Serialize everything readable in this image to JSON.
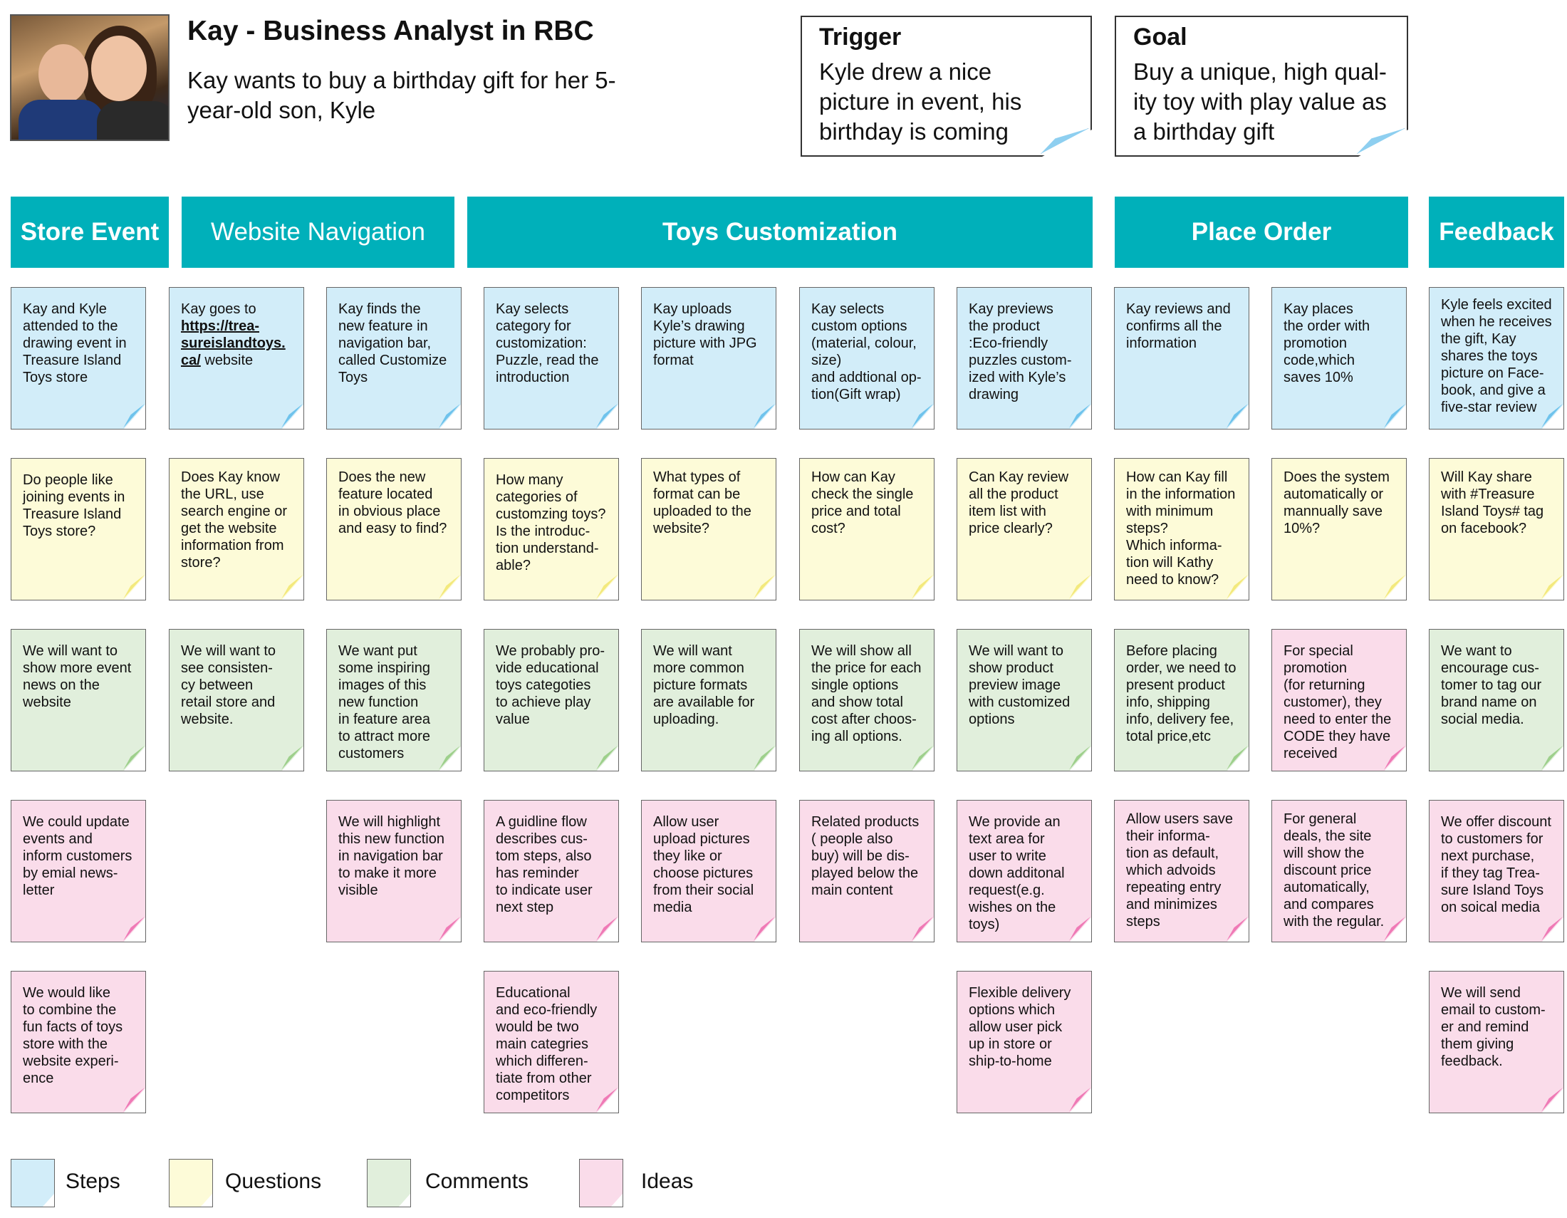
{
  "header": {
    "title": "Kay - Business Analyst in RBC",
    "subtitle": "Kay wants to buy a birthday gift for her 5-year-old son, Kyle"
  },
  "trigger": {
    "heading": "Trigger",
    "text": "Kyle drew a nice\npicture in event, his\nbirthday is coming"
  },
  "goal": {
    "heading": "Goal",
    "text": "Buy a unique, high qual-\nity toy with play value as\na birthday gift"
  },
  "phases": [
    {
      "label": "Store Event"
    },
    {
      "label": "Website Navigation"
    },
    {
      "label": "Toys Customization"
    },
    {
      "label": "Place Order"
    },
    {
      "label": "Feedback"
    }
  ],
  "steps": [
    "Kay and Kyle\nattended to the\ndrawing event in\nTreasure Island\nToys store",
    {
      "pre": "Kay goes to",
      "url1": "https://trea-",
      "url2": "sureislandtoys.",
      "url3": "ca/",
      "post": " website"
    },
    "Kay finds the\nnew feature in\nnavigation bar,\ncalled Customize\nToys",
    "Kay selects\ncategory for\ncustomization:\nPuzzle, read the\nintroduction",
    "Kay uploads\nKyle’s drawing\npicture with JPG\nformat",
    "Kay selects\ncustom options\n(material, colour,\nsize)\nand addtional op-\ntion(Gift wrap)",
    "Kay previews\nthe product\n:Eco-friendly\npuzzles custom-\nized with Kyle’s\ndrawing",
    "Kay reviews and\nconfirms all the\ninformation",
    "Kay places\nthe order with\npromotion\ncode,which\nsaves 10%",
    "Kyle feels excited\nwhen he receives\nthe gift, Kay\nshares the toys\npicture on Face-\nbook, and give a\nfive-star review"
  ],
  "questions": [
    "Do people like\njoining events in\nTreasure Island\nToys store?",
    "Does Kay know\nthe URL, use\nsearch engine or\nget the website\ninformation from\nstore?",
    "Does the new\nfeature located\nin obvious place\nand easy to find?",
    "How many\ncategories of\ncustomzing toys?\nIs the introduc-\ntion understand-\nable?",
    "What types of\nformat can be\nuploaded to the\nwebsite?",
    "How can Kay\ncheck the single\nprice and total\ncost?",
    "Can Kay review\nall the product\nitem list with\nprice clearly?",
    "How can Kay fill\nin the information\nwith minimum\nsteps?\nWhich informa-\ntion will Kathy\nneed to know?",
    "Does the system\nautomatically or\nmannually save\n10%?",
    "Will Kay share\nwith #Treasure\nIsland Toys# tag\non facebook?"
  ],
  "comments": [
    {
      "color": "green",
      "text": "We will want to\nshow more event\nnews on the\nwebsite"
    },
    {
      "color": "green",
      "text": "We will want to\nsee consisten-\ncy between\nretail store and\nwebsite."
    },
    {
      "color": "green",
      "text": "We want put\nsome inspiring\nimages of this\nnew function\nin feature area\nto attract more\ncustomers"
    },
    {
      "color": "green",
      "text": "We probably pro-\nvide educational\ntoys categoties\nto achieve play\nvalue"
    },
    {
      "color": "green",
      "text": "We will want\nmore common\npicture formats\nare available for\nuploading."
    },
    {
      "color": "green",
      "text": "We will show all\nthe price for each\nsingle options\nand show total\ncost after choos-\ning all options."
    },
    {
      "color": "green",
      "text": "We will want to\nshow product\npreview image\nwith customized\noptions"
    },
    {
      "color": "green",
      "text": "Before placing\norder, we need to\npresent product\ninfo, shipping\ninfo, delivery fee,\ntotal price,etc"
    },
    {
      "color": "pink",
      "text": "For special\npromotion\n(for returning\ncustomer), they\nneed to enter the\nCODE they have\nreceived"
    },
    {
      "color": "green",
      "text": "We want to\nencourage cus-\ntomer to tag our\nbrand name on\nsocial media."
    }
  ],
  "ideas_row1": [
    "We could update\nevents and\ninform customers\nby emial news-\nletter",
    "We will highlight\nthis new function\nin navigation bar\nto make it more\nvisible",
    "A guidline flow\ndescribes cus-\ntom steps, also\nhas reminder\nto indicate user\nnext step",
    "Allow user\nupload pictures\nthey like or\nchoose pictures\nfrom their social\nmedia",
    "Related products\n( people also\nbuy) will be dis-\nplayed below the\nmain content",
    "We provide an\ntext area for\nuser to write\ndown additonal\nrequest(e.g.\nwishes on the\ntoys)",
    "Allow users save\ntheir informa-\ntion as default,\nwhich advoids\nrepeating entry\nand minimizes\nsteps",
    "For general\ndeals, the site\nwill show the\ndiscount price\nautomatically,\nand compares\nwith the regular.",
    "We offer discount\nto customers for\nnext purchase,\nif they tag Trea-\nsure Island Toys\non soical media"
  ],
  "ideas_row2": [
    "We would like\nto combine the\nfun facts of toys\nstore with the\nwebsite experi-\nence",
    "Educational\nand eco-friendly\nwould be two\nmain categries\nwhich differen-\ntiate from other\ncompetitors",
    "Flexible delivery\noptions which\nallow user pick\nup in store or\nship-to-home",
    "We will send\nemail to custom-\ner  and remind\nthem giving\nfeedback."
  ],
  "legend": [
    {
      "label": "Steps",
      "color": "#d2edf9"
    },
    {
      "label": "Questions",
      "color": "#fdfbd8"
    },
    {
      "label": "Comments",
      "color": "#e1efdc"
    },
    {
      "label": "Ideas",
      "color": "#fadcea"
    }
  ],
  "colors": {
    "phase_bar": "#00b0ba",
    "steps": "#d2edf9",
    "questions": "#fdfbd8",
    "comments": "#e1efdc",
    "ideas": "#fadcea"
  }
}
